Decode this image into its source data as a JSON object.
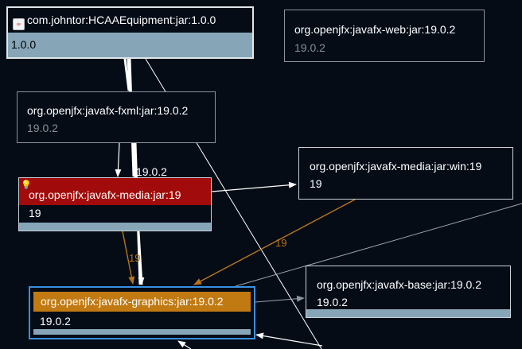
{
  "colors": {
    "background": "#050c16",
    "edge": "#ffffff",
    "edge_highlight": "#b8741a",
    "conflict": "#a20b0b",
    "selected": "#c17a12",
    "selected_border": "#3a8fe0",
    "version_strip": "#86a6b8"
  },
  "nodes": {
    "root": {
      "icon": "java-jar-icon",
      "title": "com.johntor:HCAAEquipment:jar:1.0.0",
      "version": "1.0.0"
    },
    "web": {
      "title": "org.openjfx:javafx-web:jar:19.0.2",
      "version": "19.0.2"
    },
    "fxml": {
      "title": "org.openjfx:javafx-fxml:jar:19.0.2",
      "version": "19.0.2"
    },
    "media": {
      "icon": "lightbulb-icon",
      "title": "org.openjfx:javafx-media:jar:19",
      "version": "19"
    },
    "media_win": {
      "title": "org.openjfx:javafx-media:jar:win:19",
      "version": "19"
    },
    "graphics": {
      "title": "org.openjfx:javafx-graphics:jar:19.0.2",
      "version": "19.0.2"
    },
    "base": {
      "title": "org.openjfx:javafx-base:jar:19.0.2",
      "version": "19.0.2"
    }
  },
  "edge_labels": {
    "root_to_media": "19.0.2",
    "media_to_graphics": "19",
    "win_to_graphics": "19"
  }
}
